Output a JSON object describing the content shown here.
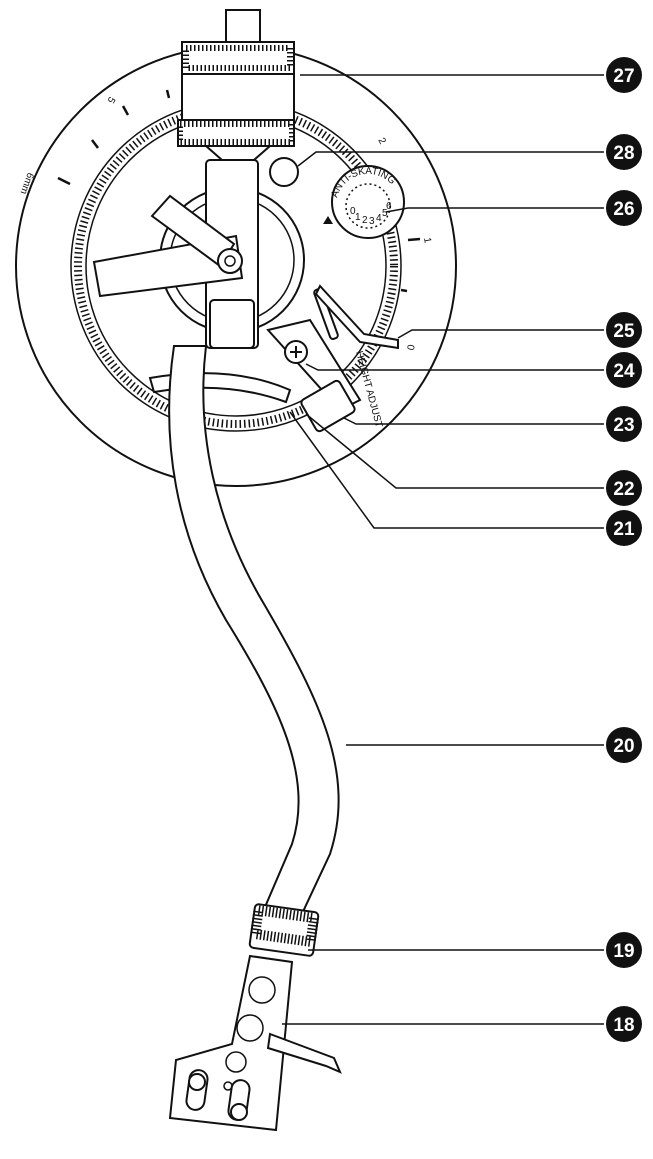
{
  "callouts": [
    {
      "id": "27",
      "label": "27"
    },
    {
      "id": "28",
      "label": "28"
    },
    {
      "id": "26",
      "label": "26"
    },
    {
      "id": "25",
      "label": "25"
    },
    {
      "id": "24",
      "label": "24"
    },
    {
      "id": "23",
      "label": "23"
    },
    {
      "id": "22",
      "label": "22"
    },
    {
      "id": "21",
      "label": "21"
    },
    {
      "id": "20",
      "label": "20"
    },
    {
      "id": "19",
      "label": "19"
    },
    {
      "id": "18",
      "label": "18"
    }
  ],
  "height_scale": {
    "unit_label": "6mm",
    "marks": [
      "5",
      "2",
      "1",
      "0"
    ]
  },
  "anti_skating": {
    "label": "ANTI-SKATING",
    "dial_numbers": [
      "0",
      "1",
      "2",
      "3",
      "4",
      "5",
      "6"
    ]
  },
  "height_adjust_label": "HEIGHT ADJUST"
}
